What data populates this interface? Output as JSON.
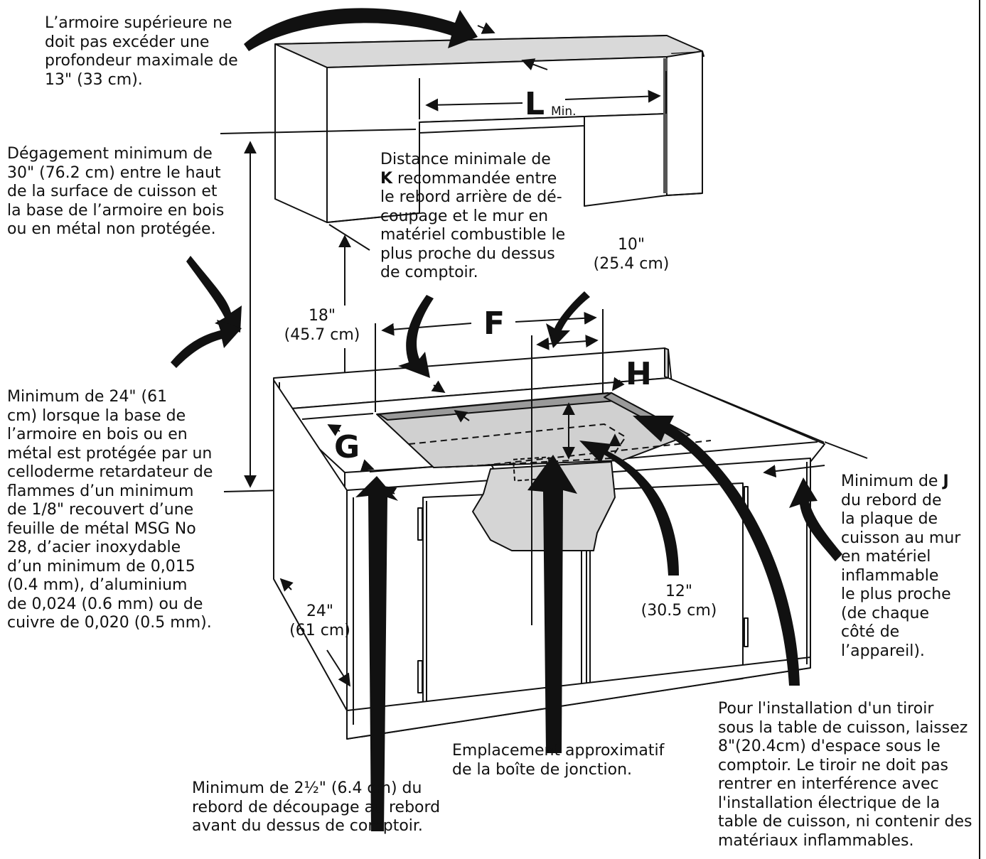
{
  "notes": {
    "upper_cabinet": "L’armoire supérieure ne\ndoit pas excéder une\nprofondeur maximale de\n13\" (33 cm).",
    "clearance_30": "Dégagement minimum de\n30\" (76.2 cm) entre le haut\nde la surface de cuisson et\nla base de l’armoire en bois\nou en métal non protégée.",
    "distance_k_pre": "Distance minimale de",
    "distance_k_letter": "K",
    "distance_k_post": " recommandée entre\nle rebord arrière de dé-\ncoupage et le mur en\nmatériel combustible le\nplus proche du dessus\nde comptoir.",
    "minimum_24": "Minimum de 24\" (61\ncm) lorsque la base de\nl’armoire en bois ou en\nmétal est protégée par un\ncelloderme retardateur de\nflammes d’un minimum\nde 1/8\" recouvert d’une\nfeuille de métal MSG No\n28, d’acier inoxydable\nd’un minimum de 0,015\n(0.4 mm), d’aluminium\nde 0,024 (0.6 mm) ou de\ncuivre de 0,020 (0.5 mm).",
    "minimum_j_pre": "Minimum de ",
    "minimum_j_letter": "J",
    "minimum_j_post": "\ndu rebord de\nla plaque de\ncuisson au mur\nen matériel\ninflammable\nle plus proche\n(de chaque\ncôté de\nl’appareil).",
    "junction_box": "Emplacement approximatif\nde la boîte de jonction.",
    "minimum_2half": "Minimum de 2½\" (6.4 cm) du\nrebord de découpage au rebord\navant du dessus de comptoir.",
    "drawer": "Pour l'installation d'un tiroir\nsous la table de cuisson, laissez\n8\"(20.4cm) d'espace sous le\ncomptoir. Le tiroir ne doit pas\nrentrer en interférence avec\nl'installation électrique de la\ntable de cuisson, ni contenir des\nmatériaux inflammables."
  },
  "dimensions": {
    "ten_in": "10\"\n(25.4 cm)",
    "eighteen_in": "18\"\n(45.7 cm)",
    "twelve_in": "12\"\n(30.5 cm)",
    "twentyfour_in": "24\"\n(61 cm)"
  },
  "letters": {
    "L": "L",
    "L_min": "Min.",
    "F": "F",
    "G": "G",
    "H": "H"
  }
}
